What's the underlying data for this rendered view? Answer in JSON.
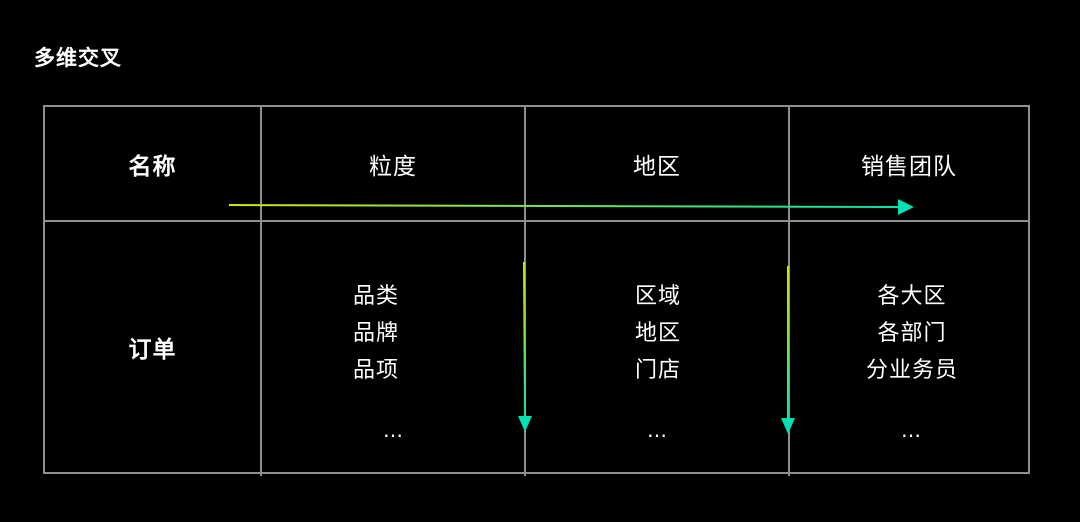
{
  "title": "多维交叉",
  "header_row": {
    "name_label": "名称",
    "columns": [
      "粒度",
      "地区",
      "销售团队"
    ]
  },
  "data_row": {
    "name_label": "订单",
    "cells": [
      {
        "items": [
          "品类",
          "品牌",
          "品项"
        ],
        "more": "…"
      },
      {
        "items": [
          "区域",
          "地区",
          "门店"
        ],
        "more": "…"
      },
      {
        "items": [
          "各大区",
          "各部门",
          "分业务员"
        ],
        "more": "…"
      }
    ]
  },
  "colors": {
    "background": "#000000",
    "grid_line": "#8f8f8f",
    "arrow_start": "#d4e600",
    "arrow_end": "#00e0b0"
  }
}
